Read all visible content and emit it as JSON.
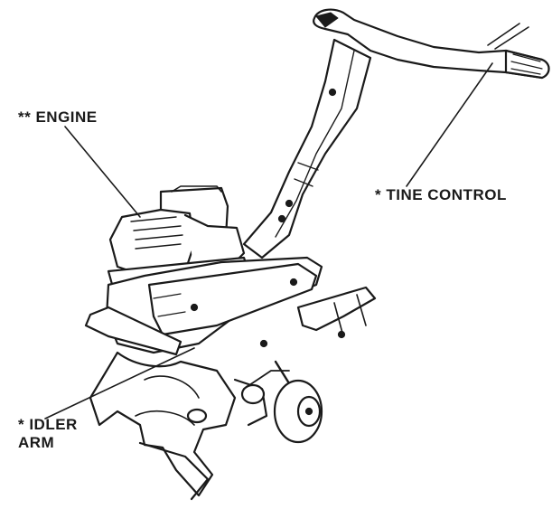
{
  "diagram": {
    "subject": "tiller",
    "labels": {
      "engine": "** ENGINE",
      "tine_control": "* TINE CONTROL",
      "idler_arm_line1": "* IDLER",
      "idler_arm_line2": "ARM"
    }
  },
  "colors": {
    "ink": "#1a1a1a",
    "background": "#ffffff"
  }
}
